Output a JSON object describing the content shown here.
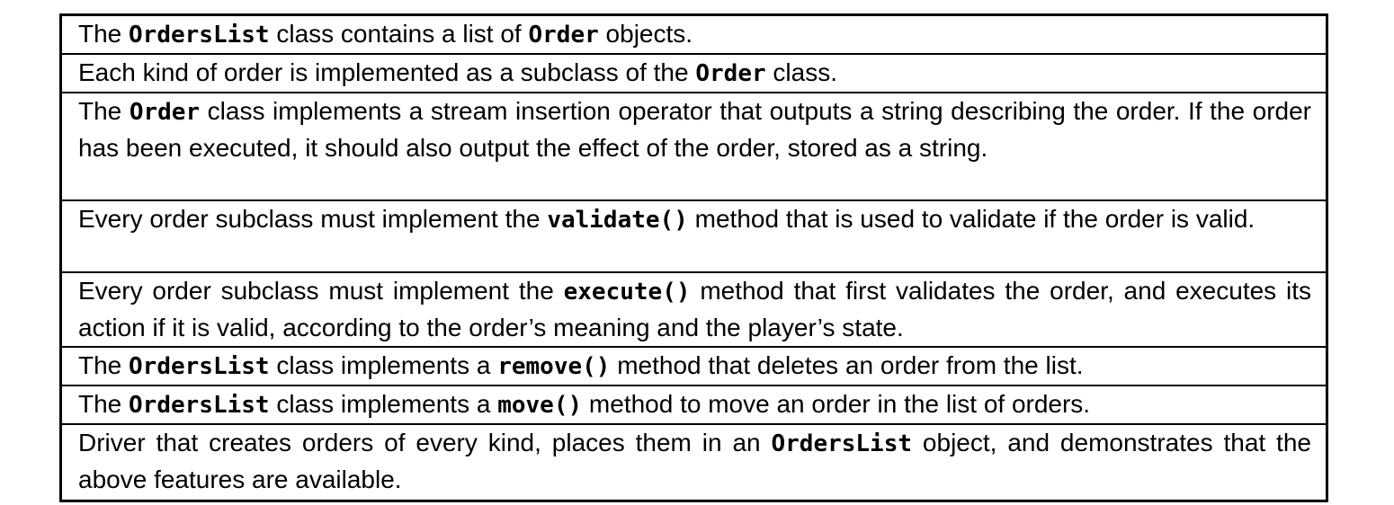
{
  "document": {
    "background": "#ffffff"
  },
  "table": {
    "border_color": "#000000",
    "text_color": "#000000",
    "rows": [
      {
        "segments": [
          {
            "text": "The ",
            "code": false
          },
          {
            "text": "OrdersList",
            "code": true
          },
          {
            "text": " class contains a list of ",
            "code": false
          },
          {
            "text": "Order",
            "code": true
          },
          {
            "text": " objects.",
            "code": false
          }
        ]
      },
      {
        "segments": [
          {
            "text": "Each kind of order is implemented as a subclass of the ",
            "code": false
          },
          {
            "text": "Order",
            "code": true
          },
          {
            "text": " class.",
            "code": false
          }
        ]
      },
      {
        "segments": [
          {
            "text": "The ",
            "code": false
          },
          {
            "text": "Order",
            "code": true
          },
          {
            "text": " class implements a stream insertion operator that outputs a string describing the order. If the order has been executed, it should also output the effect of the order, stored as a string.",
            "code": false
          }
        ]
      },
      {
        "segments": [
          {
            "text": "Every order subclass must implement the ",
            "code": false
          },
          {
            "text": "validate()",
            "code": true
          },
          {
            "text": " method that is used to validate if the order is valid.",
            "code": false
          }
        ]
      },
      {
        "segments": [
          {
            "text": "Every order subclass must implement the ",
            "code": false
          },
          {
            "text": "execute()",
            "code": true
          },
          {
            "text": " method that first validates the order, and executes its action if it is valid, according to the order’s meaning and the player’s state.",
            "code": false
          }
        ]
      },
      {
        "segments": [
          {
            "text": "The ",
            "code": false
          },
          {
            "text": "OrdersList",
            "code": true
          },
          {
            "text": " class implements a ",
            "code": false
          },
          {
            "text": "remove()",
            "code": true
          },
          {
            "text": " method that deletes an order from the list.",
            "code": false
          }
        ]
      },
      {
        "segments": [
          {
            "text": "The ",
            "code": false
          },
          {
            "text": "OrdersList",
            "code": true
          },
          {
            "text": " class implements a ",
            "code": false
          },
          {
            "text": "move()",
            "code": true
          },
          {
            "text": " method to move an order in the list of orders.",
            "code": false
          }
        ]
      },
      {
        "segments": [
          {
            "text": "Driver that creates orders of every kind, places them in an ",
            "code": false
          },
          {
            "text": "OrdersList",
            "code": true
          },
          {
            "text": " object, and demonstrates that the above features are available.",
            "code": false
          }
        ]
      }
    ]
  }
}
